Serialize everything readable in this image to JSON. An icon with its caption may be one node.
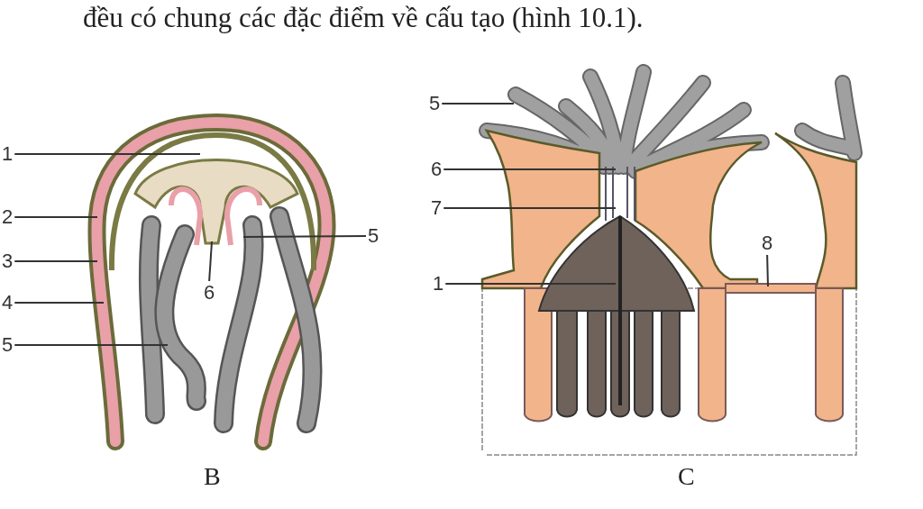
{
  "diagram": {
    "nodes": [
      {
        "text": [
          "1"
        ]
      },
      {
        "text": [
          "2"
        ]
      },
      {
        "text": [
          "3"
        ]
      },
      {
        "text": [
          "4"
        ]
      },
      {
        "text": [
          "5"
        ]
      },
      {
        "text": [
          "5"
        ]
      },
      {
        "text": [
          "6"
        ]
      },
      {
        "text": [
          "5"
        ]
      },
      {
        "text": [
          "6"
        ]
      },
      {
        "text": [
          "7"
        ]
      },
      {
        "text": [
          "1"
        ]
      },
      {
        "text": [
          "8"
        ]
      }
    ],
    "edges": [
      {
        "from": 0,
        "to": null,
        "arrow": "none"
      },
      {
        "from": 1,
        "to": null,
        "arrow": "none"
      },
      {
        "from": 2,
        "to": null,
        "arrow": "none"
      },
      {
        "from": 3,
        "to": null,
        "arrow": "none"
      },
      {
        "from": 4,
        "to": null,
        "arrow": "none"
      },
      {
        "from": 5,
        "to": null,
        "arrow": "none"
      },
      {
        "from": 6,
        "to": null,
        "arrow": "none"
      },
      {
        "from": 7,
        "to": null,
        "arrow": "none"
      },
      {
        "from": 8,
        "to": null,
        "arrow": "none"
      },
      {
        "from": 9,
        "to": null,
        "arrow": "none"
      },
      {
        "from": 10,
        "to": null,
        "arrow": "none"
      },
      {
        "from": 11,
        "to": null,
        "arrow": "none"
      }
    ],
    "labels": [
      "đều có chung các đặc điểm về cấu tạo (hình 10.1).",
      "B",
      "C"
    ]
  }
}
